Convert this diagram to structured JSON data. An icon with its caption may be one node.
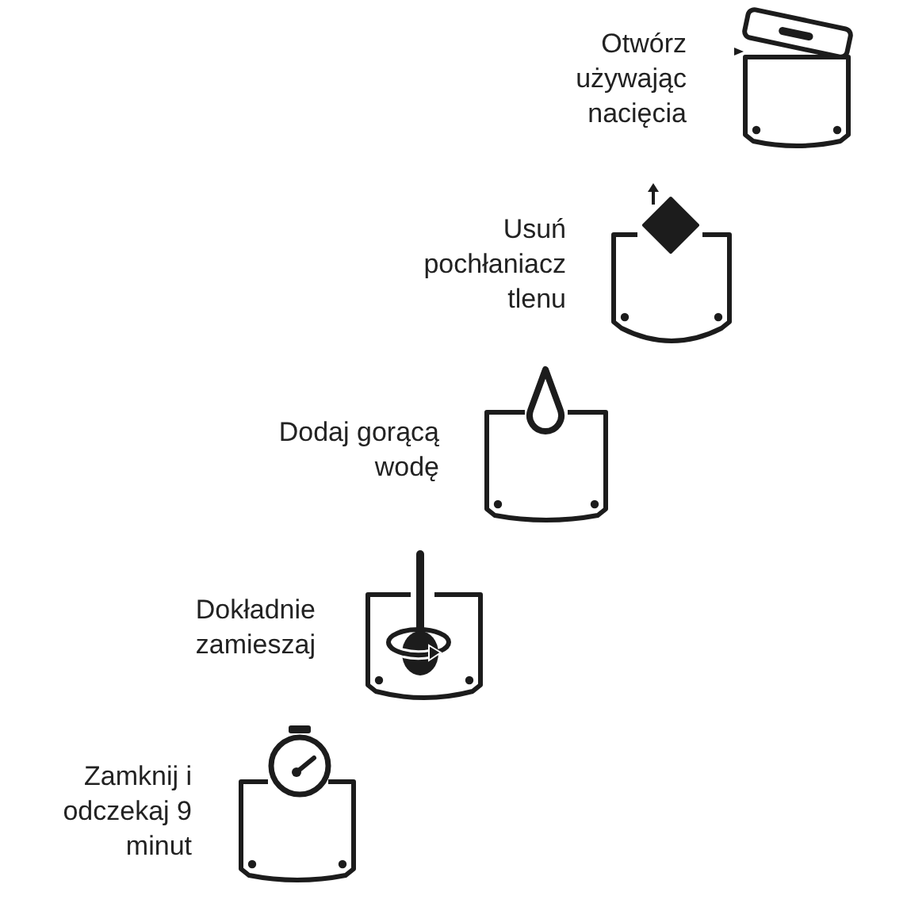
{
  "diagram": {
    "nodes": [
      {
        "text": [],
        "shape": "picture",
        "beside": [
          "Otwórz używając nacięcia"
        ]
      },
      {
        "text": [],
        "shape": "picture",
        "beside": [
          "Usuń pochłaniacz tlenu"
        ]
      },
      {
        "text": [],
        "shape": "picture",
        "beside": [
          "Dodaj gorącą wodę"
        ]
      },
      {
        "text": [],
        "shape": "picture",
        "beside": [
          "Dokładnie zamieszaj"
        ]
      },
      {
        "text": [],
        "shape": "picture",
        "beside": [
          "Zamknij i odczekaj 9 minut"
        ]
      }
    ]
  }
}
